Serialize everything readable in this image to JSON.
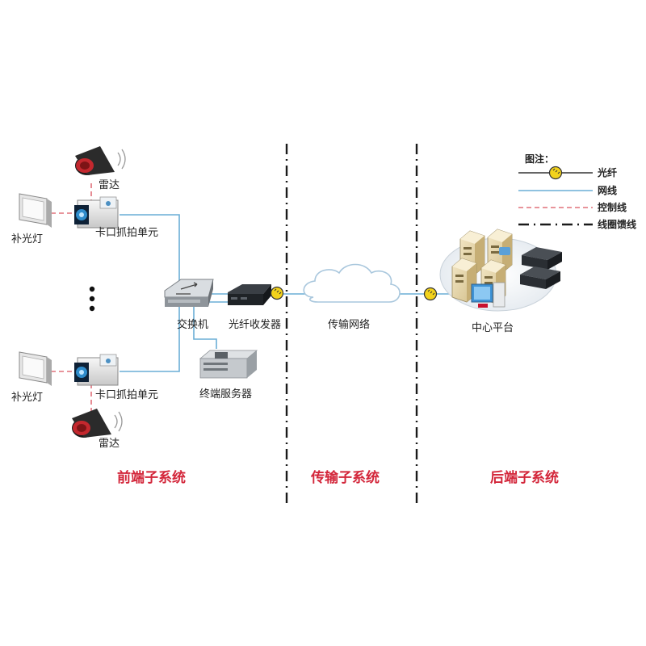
{
  "nodes": {
    "radar": "雷达",
    "fill_light": "补光灯",
    "capture_unit": "卡口抓拍单元",
    "switch": "交换机",
    "transceiver": "光纤收发器",
    "terminal_server": "终端服务器",
    "network": "传输网络",
    "center": "中心平台"
  },
  "subsystems": {
    "front": "前端子系统",
    "transmission": "传输子系统",
    "back": "后端子系统"
  },
  "legend": {
    "title": "图注：",
    "fiber": "光纤",
    "network_line": "网线",
    "control_line": "控制线",
    "loop_line": "线圈馈线"
  },
  "colors": {
    "network_line": "#6aaed6",
    "control_line": "#e0707a",
    "fiber_line": "#333333",
    "subsystem_label": "#d3263a",
    "fiber_connector": "#f2d21b"
  }
}
